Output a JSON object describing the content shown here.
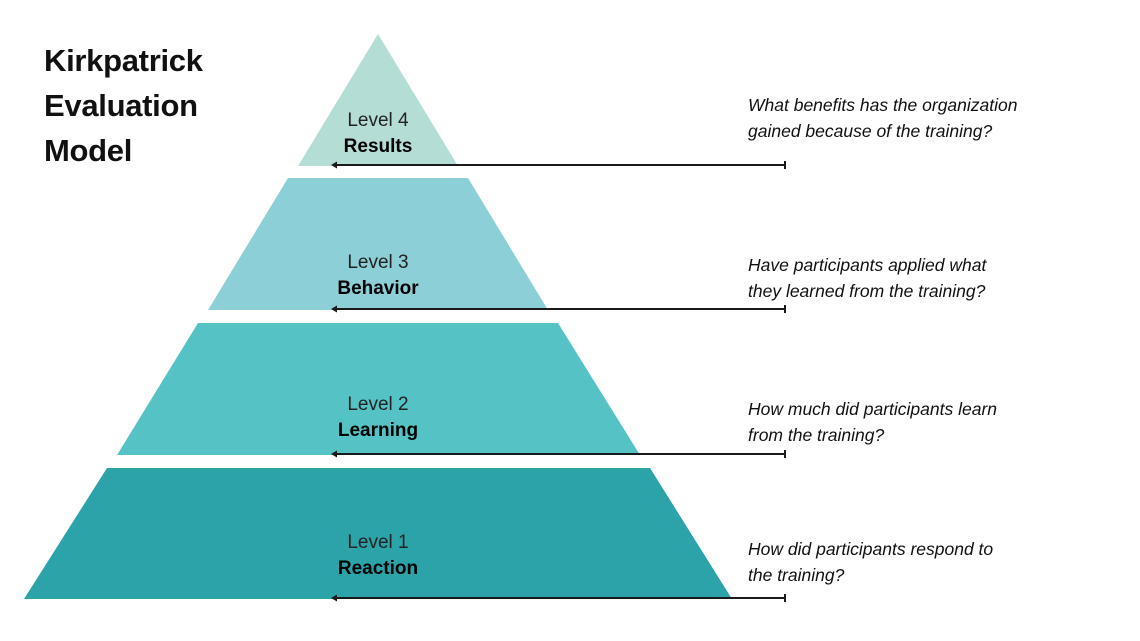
{
  "title": {
    "lines": [
      "Kirkpatrick",
      "Evaluation",
      "Model"
    ]
  },
  "diagram": {
    "type": "pyramid",
    "name": "kirkpatrick-evaluation-model",
    "levels": [
      {
        "level_label": "Level 4",
        "name": "Results",
        "color": "#b3ddd5",
        "position": "top",
        "question_lines": [
          "What benefits has the organization",
          "gained because of the training?"
        ]
      },
      {
        "level_label": "Level 3",
        "name": "Behavior",
        "color": "#8ccfd6",
        "position": "second",
        "question_lines": [
          "Have participants applied what",
          "they learned from the training?"
        ]
      },
      {
        "level_label": "Level 2",
        "name": "Learning",
        "color": "#55c3c5",
        "position": "third",
        "question_lines": [
          "How much did participants learn",
          "from the training?"
        ]
      },
      {
        "level_label": "Level 1",
        "name": "Reaction",
        "color": "#2ba3a8",
        "position": "base",
        "question_lines": [
          "How did participants respond to",
          "the training?"
        ]
      }
    ],
    "connector_color": "#1a1a1a",
    "background_color": "#ffffff"
  }
}
